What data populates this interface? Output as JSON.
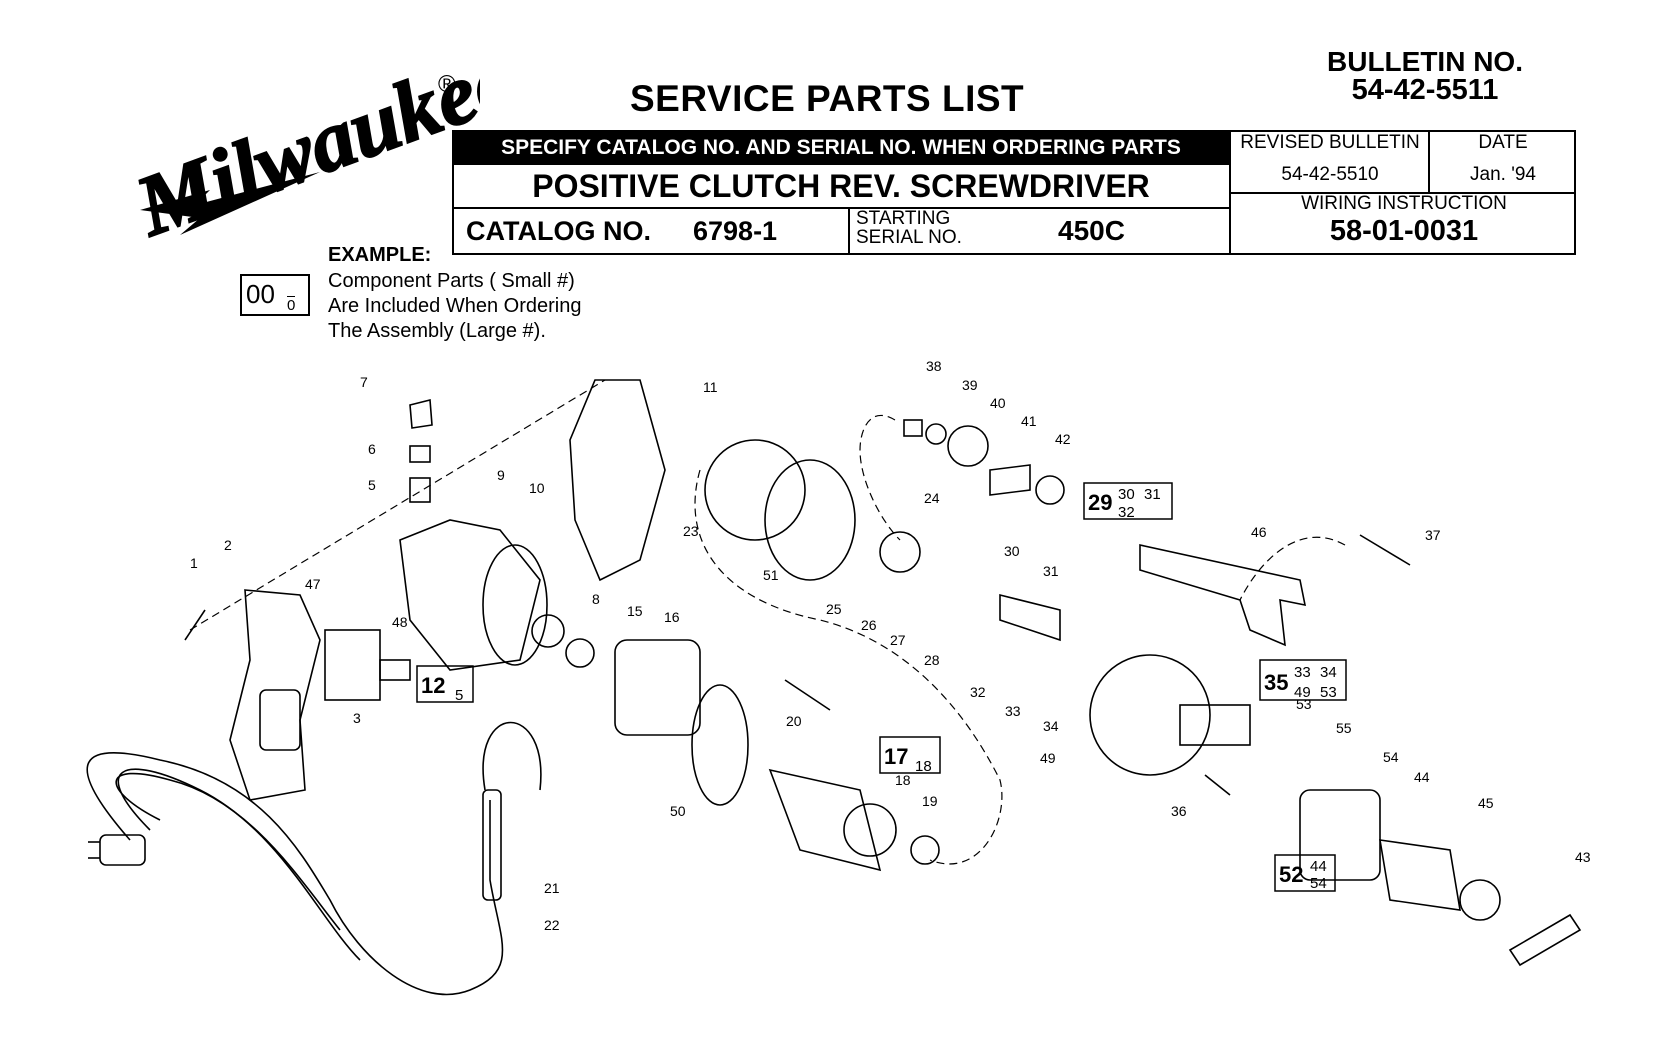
{
  "header": {
    "brand": "Milwaukee",
    "registered_mark": "®",
    "title": "SERVICE PARTS LIST",
    "bulletin_label": "BULLETIN NO.",
    "bulletin_no": "54-42-5511",
    "ordering_note": "SPECIFY CATALOG NO. AND SERIAL NO. WHEN ORDERING PARTS",
    "product": "POSITIVE CLUTCH REV. SCREWDRIVER",
    "catalog_label": "CATALOG NO.",
    "catalog_no": "6798-1",
    "starting_label": "STARTING",
    "serial_label": "SERIAL NO.",
    "serial_no": "450C",
    "revised_label": "REVISED BULLETIN",
    "revised_no": "54-42-5510",
    "date_label": "DATE",
    "date_value": "Jan. '94",
    "wiring_label": "WIRING INSTRUCTION",
    "wiring_no": "58-01-0031"
  },
  "example": {
    "label": "EXAMPLE:",
    "big": "00",
    "small": "0",
    "line1": "Component Parts (  Small #)",
    "line2": "Are Included When Ordering",
    "line3": "The Assembly (Large #)."
  },
  "callouts": [
    "1",
    "2",
    "3",
    "5",
    "6",
    "7",
    "8",
    "9",
    "10",
    "11",
    "15",
    "16",
    "18",
    "19",
    "20",
    "21",
    "22",
    "23",
    "24",
    "25",
    "26",
    "27",
    "28",
    "30",
    "31",
    "32",
    "33",
    "34",
    "36",
    "37",
    "38",
    "39",
    "40",
    "41",
    "42",
    "43",
    "44",
    "45",
    "46",
    "47",
    "48",
    "49",
    "50",
    "51",
    "53",
    "54",
    "55"
  ],
  "assemblies": [
    {
      "big": "12",
      "small": [
        "5"
      ]
    },
    {
      "big": "17",
      "small": [
        "18"
      ]
    },
    {
      "big": "29",
      "small": [
        "30",
        "31",
        "32"
      ]
    },
    {
      "big": "35",
      "small": [
        "33",
        "34",
        "49",
        "53"
      ]
    },
    {
      "big": "52",
      "small": [
        "44",
        "54"
      ]
    }
  ]
}
